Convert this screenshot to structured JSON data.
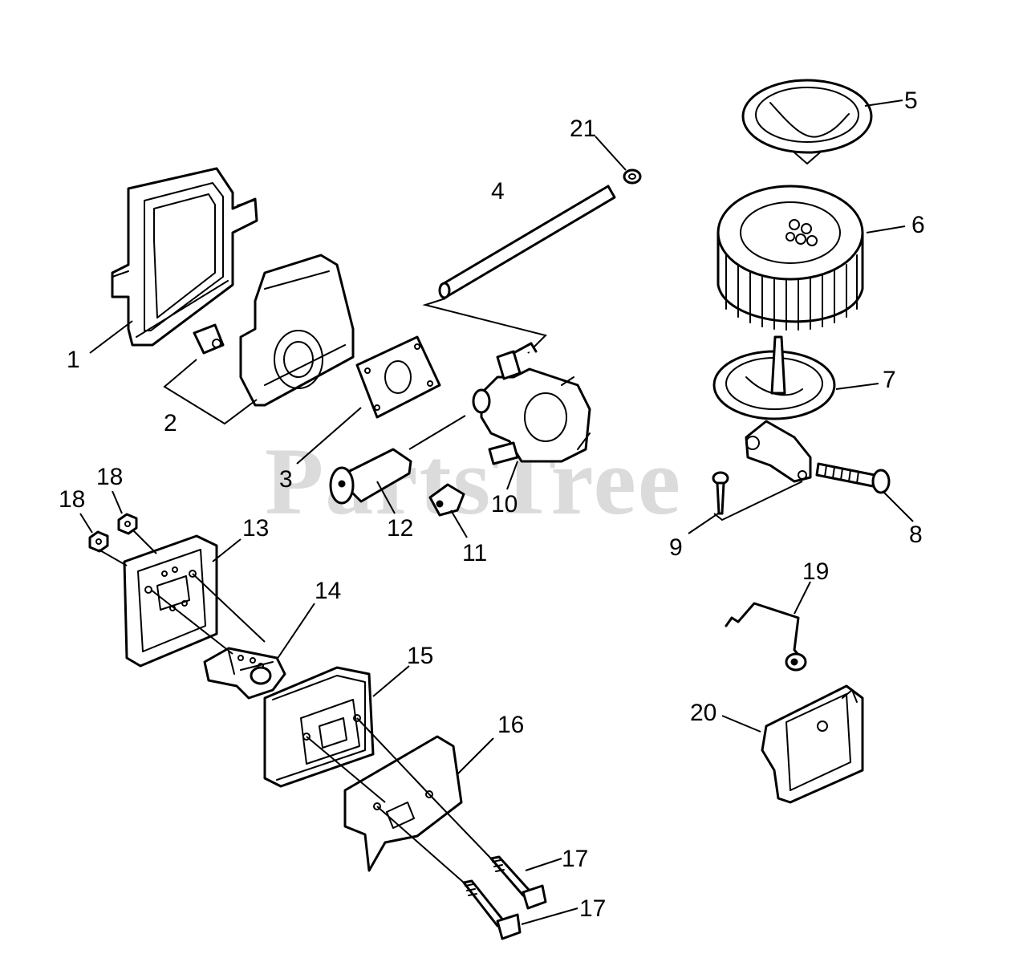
{
  "watermark": "PartsTree",
  "callouts": [
    {
      "id": "1",
      "label": "1"
    },
    {
      "id": "2",
      "label": "2"
    },
    {
      "id": "3",
      "label": "3"
    },
    {
      "id": "4",
      "label": "4"
    },
    {
      "id": "5",
      "label": "5"
    },
    {
      "id": "6",
      "label": "6"
    },
    {
      "id": "7",
      "label": "7"
    },
    {
      "id": "8",
      "label": "8"
    },
    {
      "id": "9",
      "label": "9"
    },
    {
      "id": "10",
      "label": "10"
    },
    {
      "id": "11",
      "label": "11"
    },
    {
      "id": "12",
      "label": "12"
    },
    {
      "id": "13",
      "label": "13"
    },
    {
      "id": "14",
      "label": "14"
    },
    {
      "id": "15",
      "label": "15"
    },
    {
      "id": "16",
      "label": "16"
    },
    {
      "id": "17a",
      "label": "17"
    },
    {
      "id": "17b",
      "label": "17"
    },
    {
      "id": "18a",
      "label": "18"
    },
    {
      "id": "18b",
      "label": "18"
    },
    {
      "id": "19",
      "label": "19"
    },
    {
      "id": "20",
      "label": "20"
    },
    {
      "id": "21",
      "label": "21"
    }
  ],
  "colors": {
    "line": "#000000",
    "background": "#ffffff",
    "watermark": "#cfcfcf"
  }
}
